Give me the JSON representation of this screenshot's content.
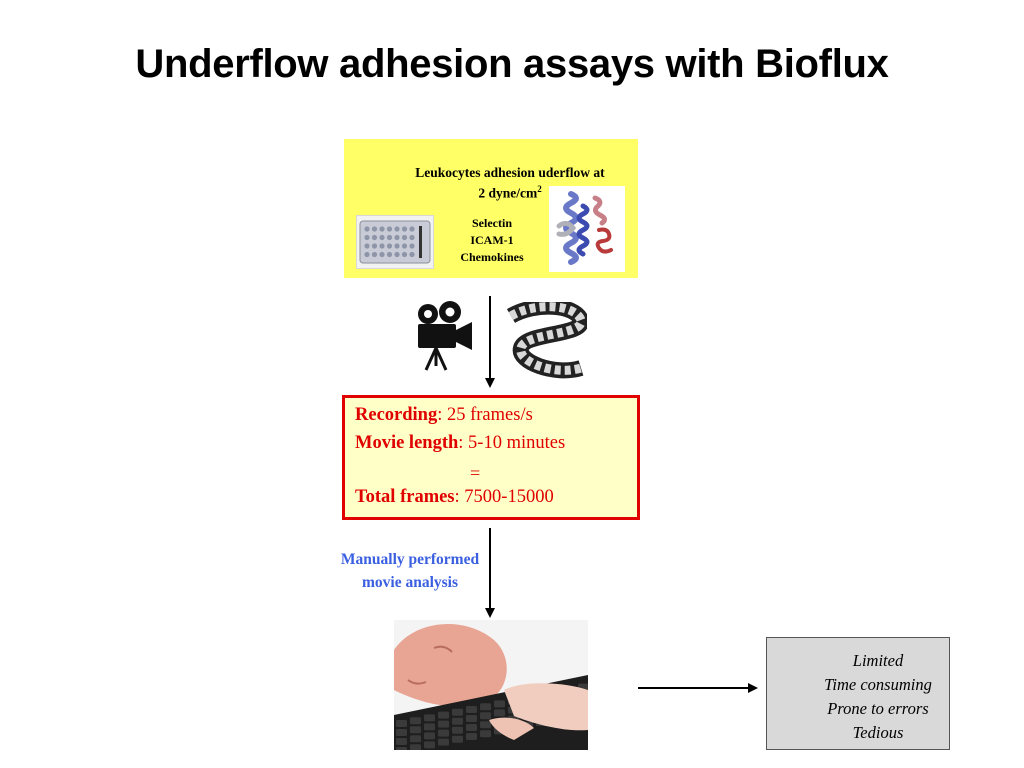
{
  "slide": {
    "title": "Underflow adhesion assays with Bioflux"
  },
  "assay_box": {
    "heading": "Leukocytes adhesion uderflow at",
    "condition": "2 dyne/cm",
    "condition_sup": "2",
    "molecules": [
      "Selectin",
      "ICAM-1",
      "Chemokines"
    ]
  },
  "recording_box": {
    "recording_label": "Recording",
    "recording_value": ": 25 frames/s",
    "length_label": "Movie length",
    "length_value": ": 5-10 minutes",
    "equals": "=",
    "total_label": "Total frames",
    "total_value": ": 7500-15000"
  },
  "analysis_label": [
    "Manually performed",
    "movie analysis"
  ],
  "drawbacks": [
    "Limited",
    "Time consuming",
    "Prone to errors",
    "Tedious"
  ],
  "colors": {
    "assay_box_bg": "#ffff66",
    "recording_border": "#e00000",
    "recording_text": "#e00000",
    "analysis_text": "#3a5fe0",
    "drawbacks_bg": "#d9d9d9"
  },
  "icons": [
    "well-plate-image",
    "protein-structure-image",
    "movie-camera-icon",
    "film-strip-icon",
    "person-at-keyboard-photo"
  ]
}
